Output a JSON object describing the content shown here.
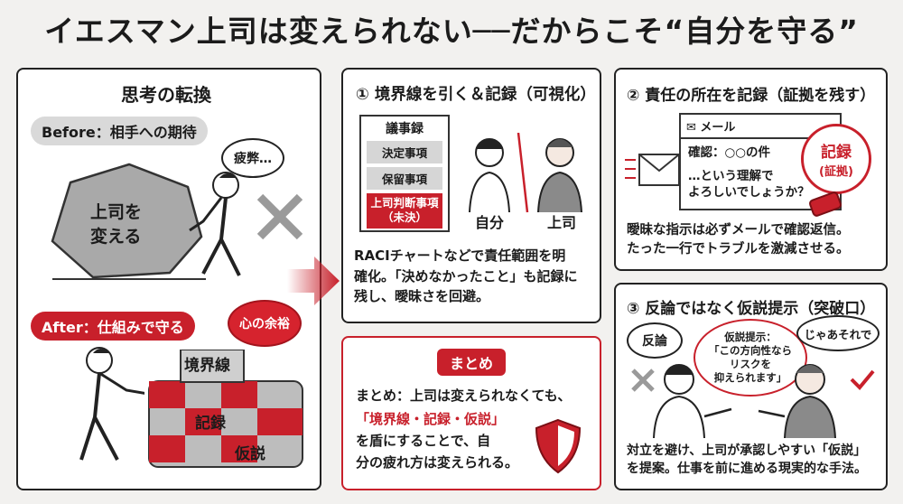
{
  "title": "イエスマン上司は変えられない──だからこそ“自分を守る”",
  "left": {
    "heading": "思考の転換",
    "before_label": "Before：相手への期待",
    "rock_text_1": "上司を",
    "rock_text_2": "変える",
    "before_bubble": "疲弊…",
    "after_label": "After：仕組みで守る",
    "after_bubble": "心の余裕",
    "wall_1": "境界線",
    "wall_2": "記録",
    "wall_3": "仮説"
  },
  "panel1": {
    "heading": "① 境界線を引く＆記録（可視化）",
    "doc_title": "議事録",
    "doc_rows": [
      "決定事項",
      "保留事項"
    ],
    "doc_red_1": "上司判断事項",
    "doc_red_2": "（未決）",
    "self_label": "自分",
    "boss_label": "上司",
    "body": [
      "RACIチャートなどで責任範囲を明",
      "確化。「決めなかったこと」も記録に",
      "残し、曖昧さを回避。"
    ]
  },
  "panel2": {
    "heading": "② 責任の所在を記録（証拠を残す）",
    "mail_header": "メール",
    "mail_line1": "確認：○○の件",
    "mail_line2": "…という理解で",
    "mail_line3": "よろしいでしょうか？",
    "stamp_1": "記録",
    "stamp_2": "(証拠)",
    "body": [
      "曖昧な指示は必ずメールで確認返信。",
      "たった一行でトラブルを激減させる。"
    ]
  },
  "panel3": {
    "heading": "③ 反論ではなく仮説提示（突破口）",
    "bubble_no": "反論",
    "bubble_hyp_1": "仮説提示：",
    "bubble_hyp_2": "「この方向性なら",
    "bubble_hyp_3": "リスクを",
    "bubble_hyp_4": "抑えられます」",
    "bubble_ok": "じゃあそれで",
    "body": [
      "対立を避け、上司が承認しやすい「仮説」",
      "を提案。仕事を前に進める現実的な手法。"
    ]
  },
  "summary": {
    "label": "まとめ",
    "line1": "まとめ：上司は変えられなくても、",
    "line2": "「境界線・記録・仮説」",
    "line3": "を盾にすることで、自",
    "line4": "分の疲れ方は変えられる。"
  },
  "colors": {
    "accent": "#c8202b",
    "border": "#222222",
    "background": "#f2f1ef"
  }
}
